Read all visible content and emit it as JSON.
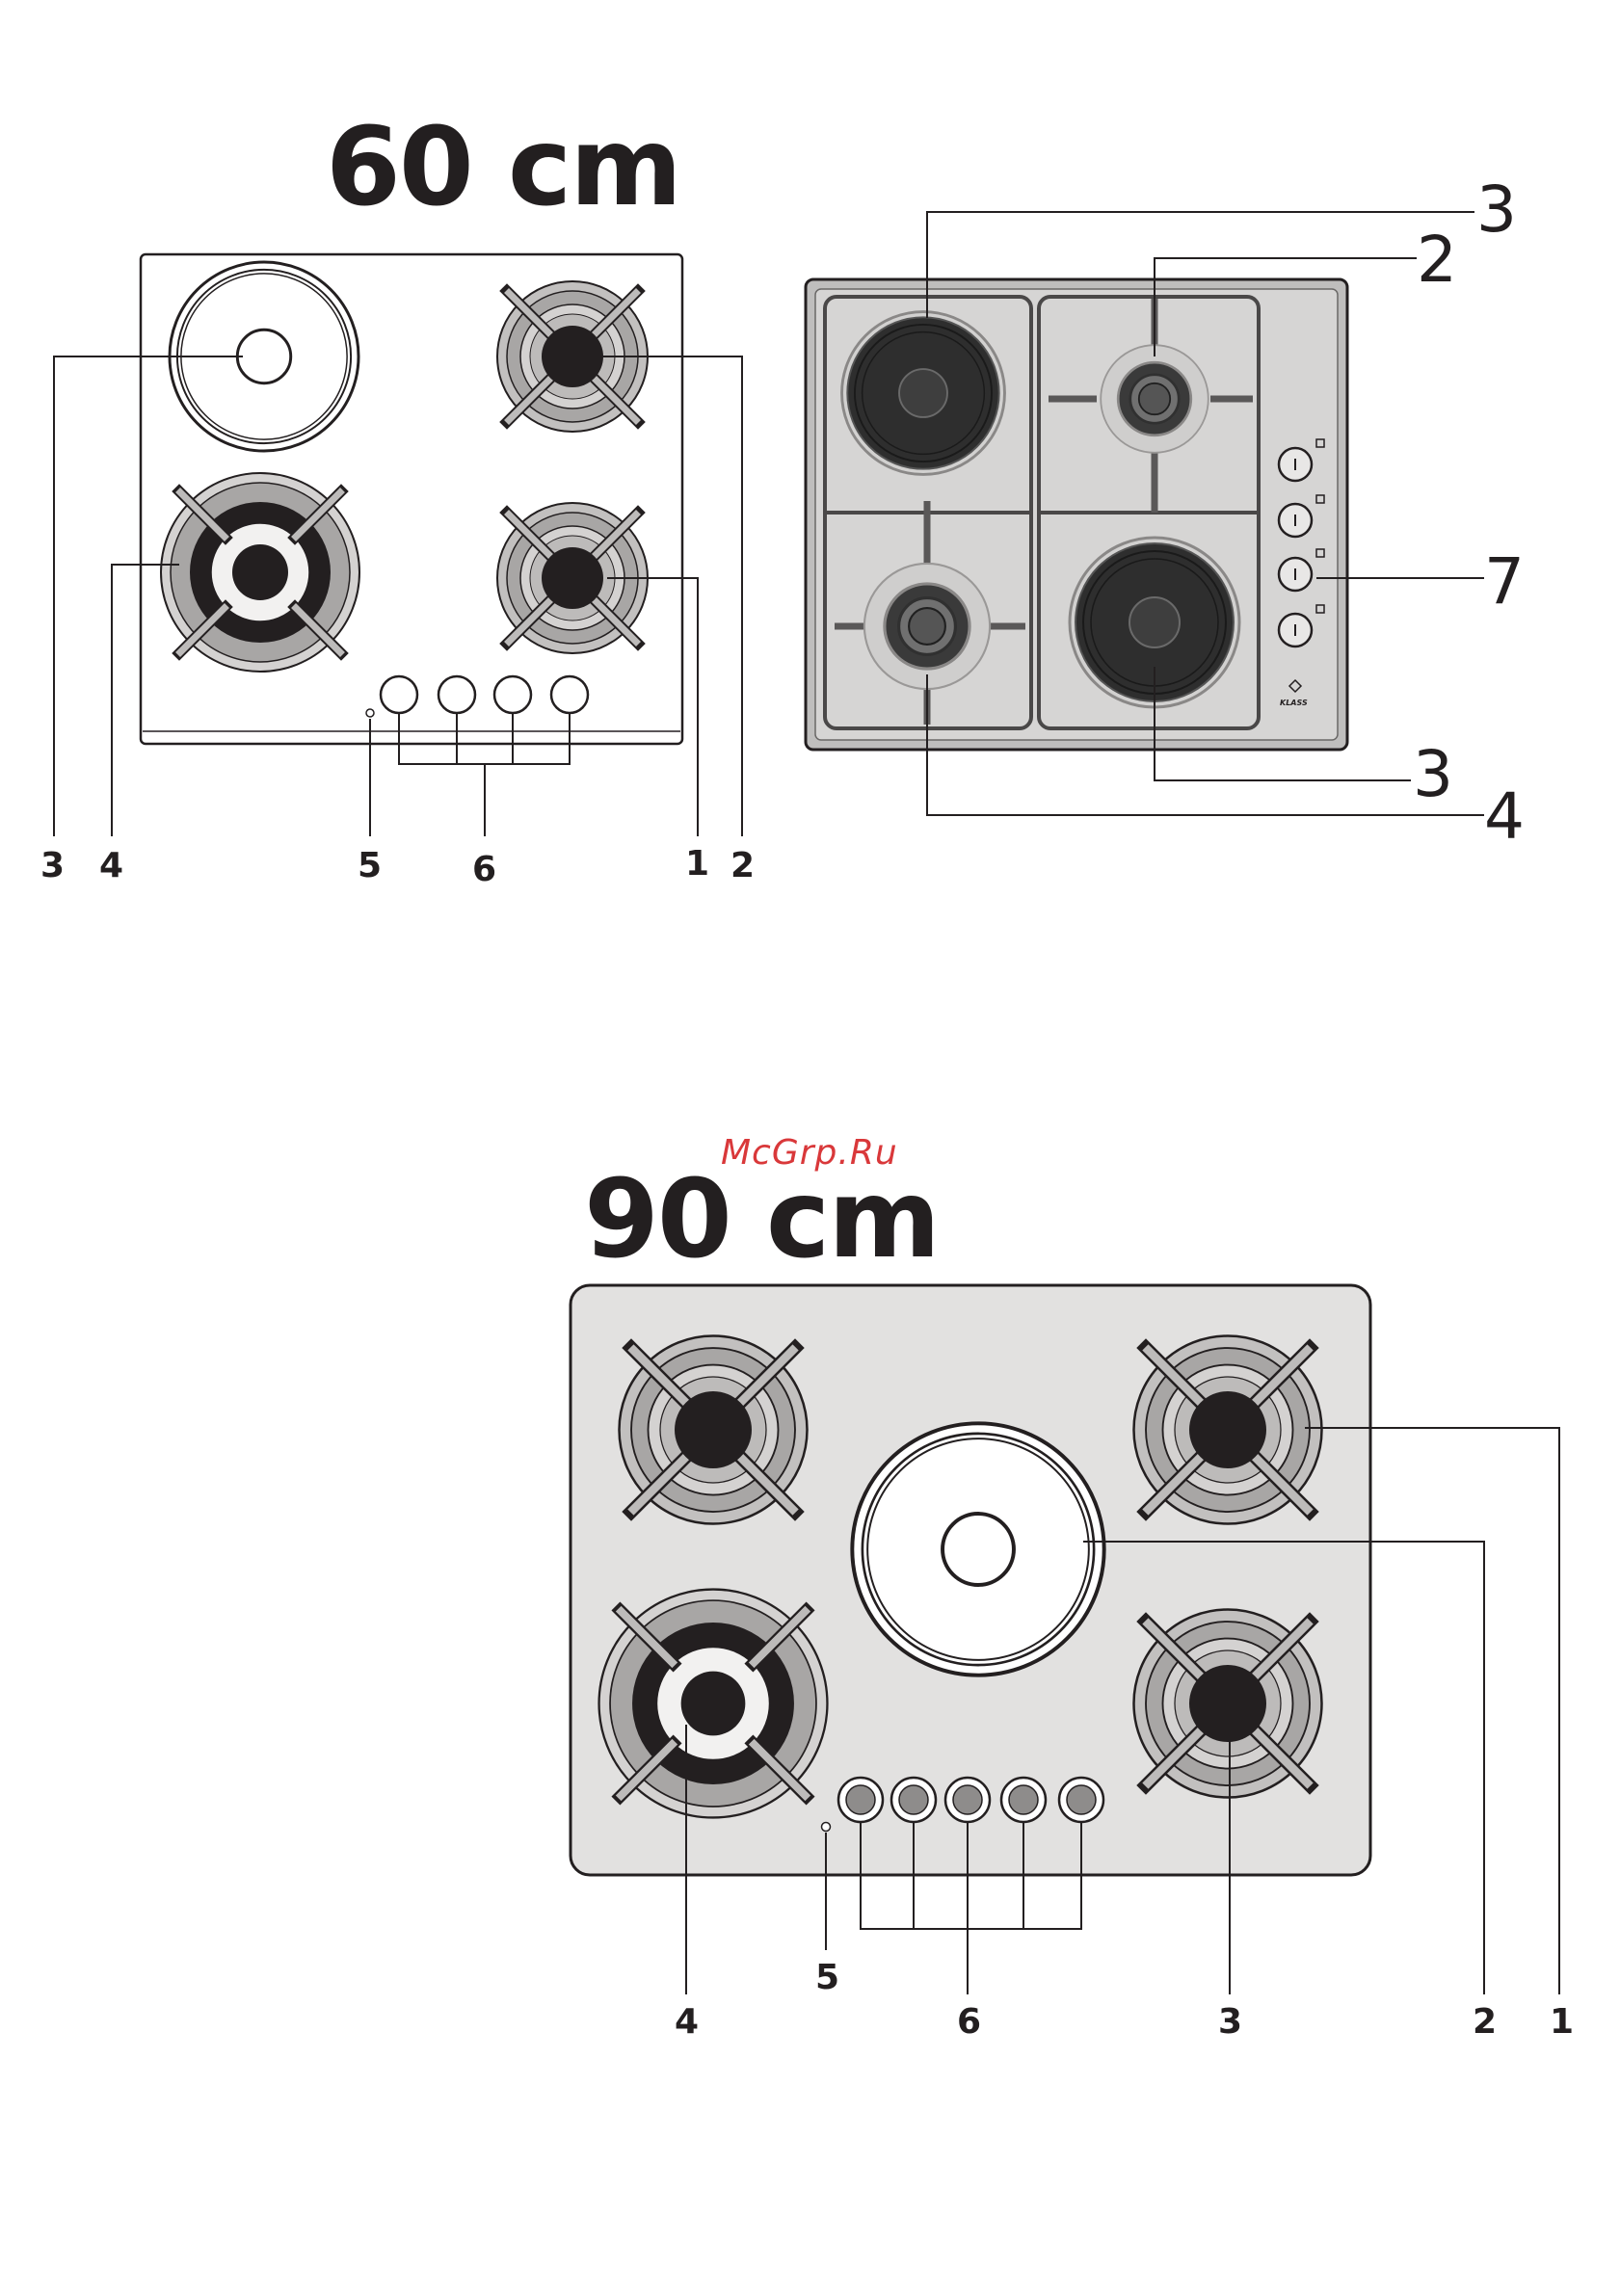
{
  "titles": {
    "hob_60": "60 cm",
    "hob_90": "90 cm"
  },
  "watermark": "McGrp.Ru",
  "hob_60_top": {
    "callouts": [
      "3",
      "4",
      "5",
      "6",
      "1",
      "2"
    ]
  },
  "hob_60_photo": {
    "callouts": [
      "3",
      "2",
      "7",
      "3",
      "4"
    ],
    "brand_text": "KLASS"
  },
  "hob_90": {
    "callouts": [
      "4",
      "5",
      "6",
      "3",
      "2",
      "1"
    ]
  },
  "colors": {
    "ink": "#231f20",
    "ring_gray": "#a8a6a5",
    "ring_light": "#d4d2d1",
    "panel": "#e2e1e0",
    "photo_panel": "#d6d5d4",
    "watermark": "#d9383a"
  }
}
